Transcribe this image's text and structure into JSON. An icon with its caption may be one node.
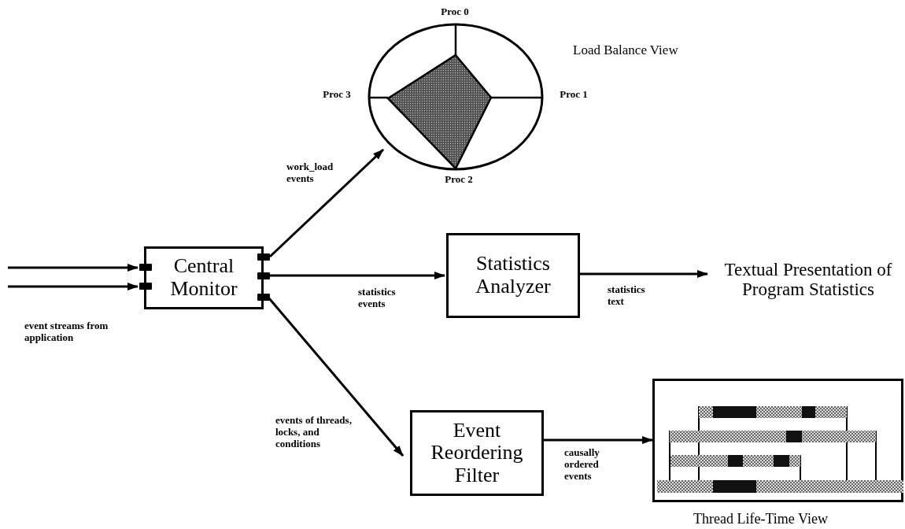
{
  "diagram": {
    "nodes": [
      {
        "text": [
          "Central Monitor"
        ]
      },
      {
        "text": [
          "Load Balance View"
        ]
      },
      {
        "text": [
          "Statistics Analyzer"
        ]
      },
      {
        "text": [
          "Textual Presentation of Program Statistics"
        ]
      },
      {
        "text": [
          "Event Reordering Filter"
        ]
      },
      {
        "text": [
          "Thread Life-Time View"
        ]
      }
    ],
    "edges": [
      {
        "from": null,
        "to": 0,
        "arrow": "to"
      },
      {
        "from": null,
        "to": 0,
        "arrow": "to"
      },
      {
        "from": 0,
        "to": 1,
        "arrow": "to",
        "label": "work_load events"
      },
      {
        "from": 0,
        "to": 2,
        "arrow": "to",
        "label": "statistics events"
      },
      {
        "from": 2,
        "to": 3,
        "arrow": "to",
        "label": "statistics text"
      },
      {
        "from": 0,
        "to": 4,
        "arrow": "to",
        "label": "events of threads, locks, and conditions"
      },
      {
        "from": 4,
        "to": 5,
        "arrow": "to",
        "label": "causally ordered events"
      }
    ],
    "labels": [
      "Proc 0",
      "Proc 3",
      "Proc 1",
      "Proc 2",
      "event streams from application"
    ]
  }
}
